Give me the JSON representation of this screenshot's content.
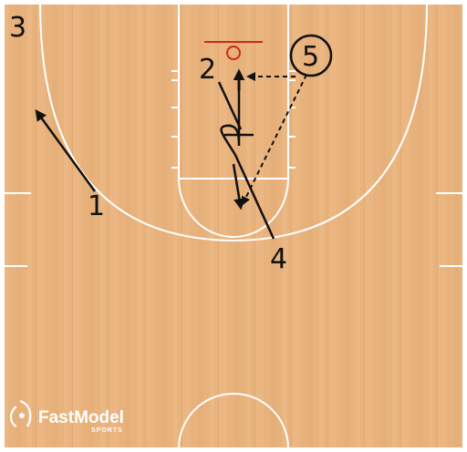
{
  "diagram": {
    "frame_number": "3",
    "players": [
      {
        "id": "1",
        "label": "1"
      },
      {
        "id": "2",
        "label": "2"
      },
      {
        "id": "4",
        "label": "4"
      },
      {
        "id": "5",
        "label": "5"
      }
    ],
    "logo": {
      "brand": "FastModel",
      "sub": "SPORTS"
    },
    "colors": {
      "court_wood": "#e8b27d",
      "court_lines": "#ffffff",
      "rim": "#cc2a1a",
      "ink": "#111111"
    }
  }
}
